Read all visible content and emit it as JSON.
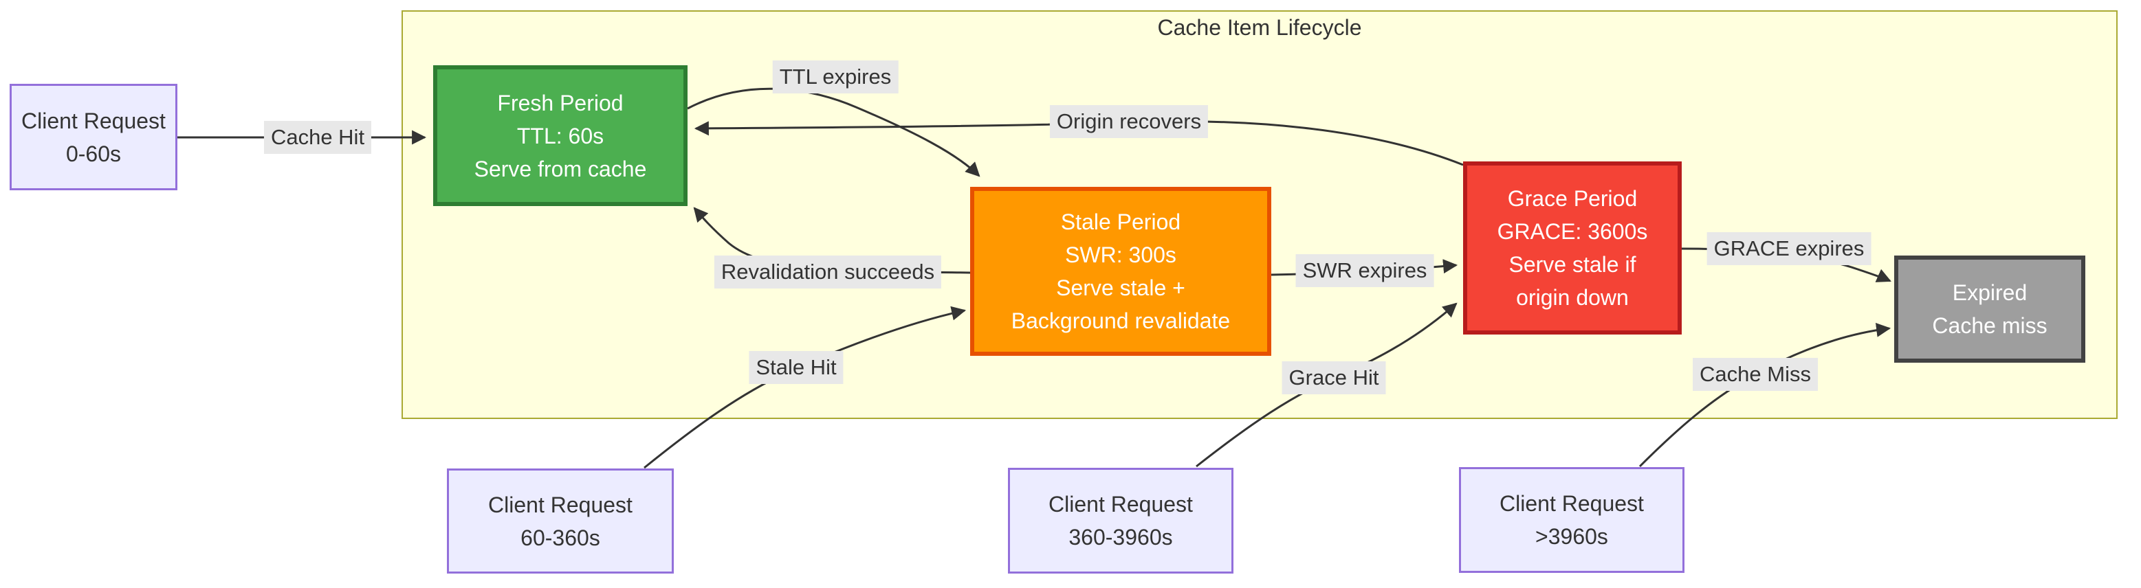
{
  "diagram": {
    "title": "Cache Item Lifecycle",
    "nodes": {
      "client0": {
        "lines": [
          "Client Request",
          "0-60s"
        ]
      },
      "fresh": {
        "lines": [
          "Fresh Period",
          "TTL: 60s",
          "Serve from cache"
        ]
      },
      "stale": {
        "lines": [
          "Stale Period",
          "SWR: 300s",
          "Serve stale +",
          "Background revalidate"
        ]
      },
      "grace": {
        "lines": [
          "Grace Period",
          "GRACE: 3600s",
          "Serve stale if",
          "origin down"
        ]
      },
      "expired": {
        "lines": [
          "Expired",
          "Cache miss"
        ]
      },
      "client60": {
        "lines": [
          "Client Request",
          "60-360s"
        ]
      },
      "client360": {
        "lines": [
          "Client Request",
          "360-3960s"
        ]
      },
      "client3960": {
        "lines": [
          "Client Request",
          ">3960s"
        ]
      }
    },
    "edges": {
      "cache_hit": "Cache Hit",
      "ttl_expires": "TTL expires",
      "origin_recovers": "Origin recovers",
      "revalidation_succeeds": "Revalidation succeeds",
      "swr_expires": "SWR expires",
      "grace_expires": "GRACE expires",
      "stale_hit": "Stale Hit",
      "grace_hit": "Grace Hit",
      "cache_miss": "Cache Miss"
    },
    "colors": {
      "subgraph_fill": "#FFFFDE",
      "subgraph_border": "#AAAA33",
      "request_fill": "#ECECFF",
      "request_border": "#9370DB",
      "fresh_fill": "#4CAF50",
      "fresh_border": "#2E7D32",
      "stale_fill": "#FF9800",
      "stale_border": "#E65100",
      "grace_fill": "#F44336",
      "grace_border": "#B71C1C",
      "expired_fill": "#9E9E9E",
      "expired_border": "#424242",
      "edge_stroke": "#333333",
      "edge_label_bg": "#E8E8E8",
      "text_dark": "#333333",
      "text_light": "#FFFFFF"
    }
  }
}
